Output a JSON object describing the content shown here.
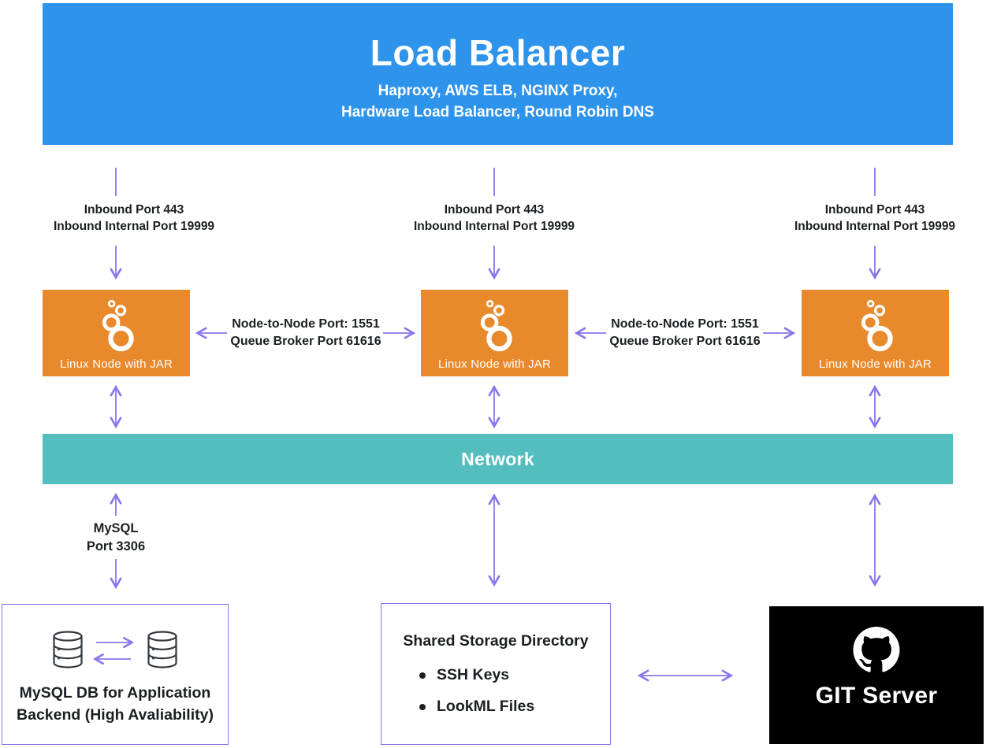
{
  "load_balancer": {
    "title": "Load Balancer",
    "subtitle_line1": "Haproxy, AWS ELB, NGINX Proxy,",
    "subtitle_line2": "Hardware Load Balancer, Round Robin DNS"
  },
  "inbound_label": {
    "line1": "Inbound Port 443",
    "line2": "Inbound Internal Port 19999"
  },
  "node_link_label": {
    "line1": "Node-to-Node Port: 1551",
    "line2": "Queue Broker Port 61616"
  },
  "nodes": {
    "label": "Linux Node with JAR"
  },
  "network": {
    "label": "Network"
  },
  "mysql_link_label": {
    "line1": "MySQL",
    "line2": "Port 3306"
  },
  "mysql_box": {
    "line1": "MySQL DB for Application",
    "line2": "Backend (High Avaliability)"
  },
  "storage_box": {
    "title": "Shared Storage Directory",
    "items": [
      "SSH Keys",
      "LookML Files"
    ]
  },
  "git_box": {
    "label": "GIT Server"
  },
  "colors": {
    "load_balancer_blue": "#2d93eb",
    "node_orange": "#e8892c",
    "network_teal": "#54bdbd",
    "arrow_purple": "#8677ec",
    "box_border_purple": "#8474e4",
    "git_black": "#000000",
    "text_dark": "#1b1f23"
  }
}
